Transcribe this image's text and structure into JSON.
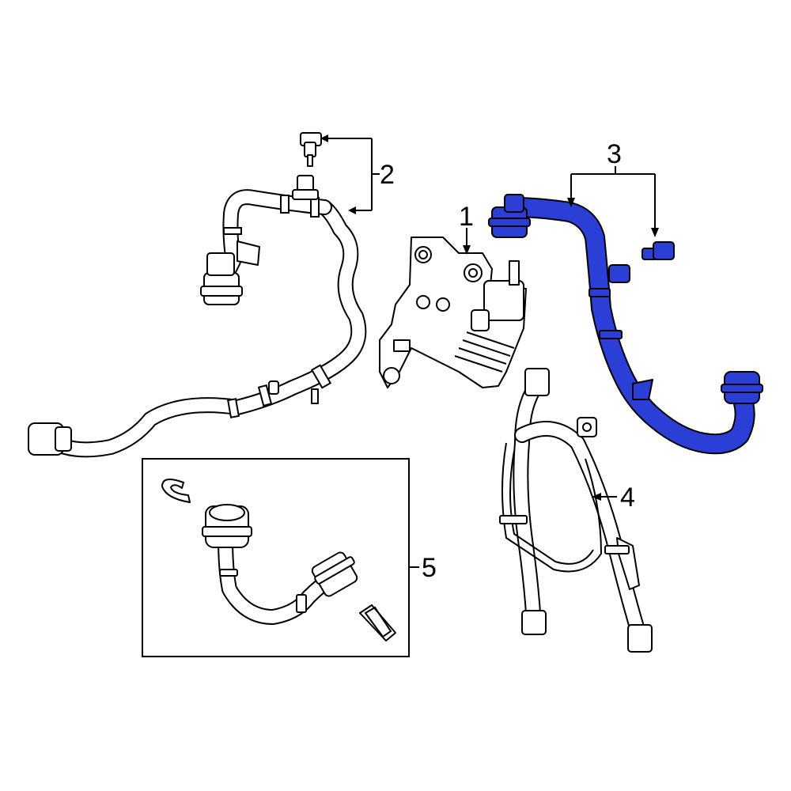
{
  "callouts": {
    "c1": "1",
    "c2": "2",
    "c3": "3",
    "c4": "4",
    "c5": "5"
  },
  "colors": {
    "highlight": "#2b3fd6",
    "line": "#000000",
    "background": "#ffffff"
  }
}
